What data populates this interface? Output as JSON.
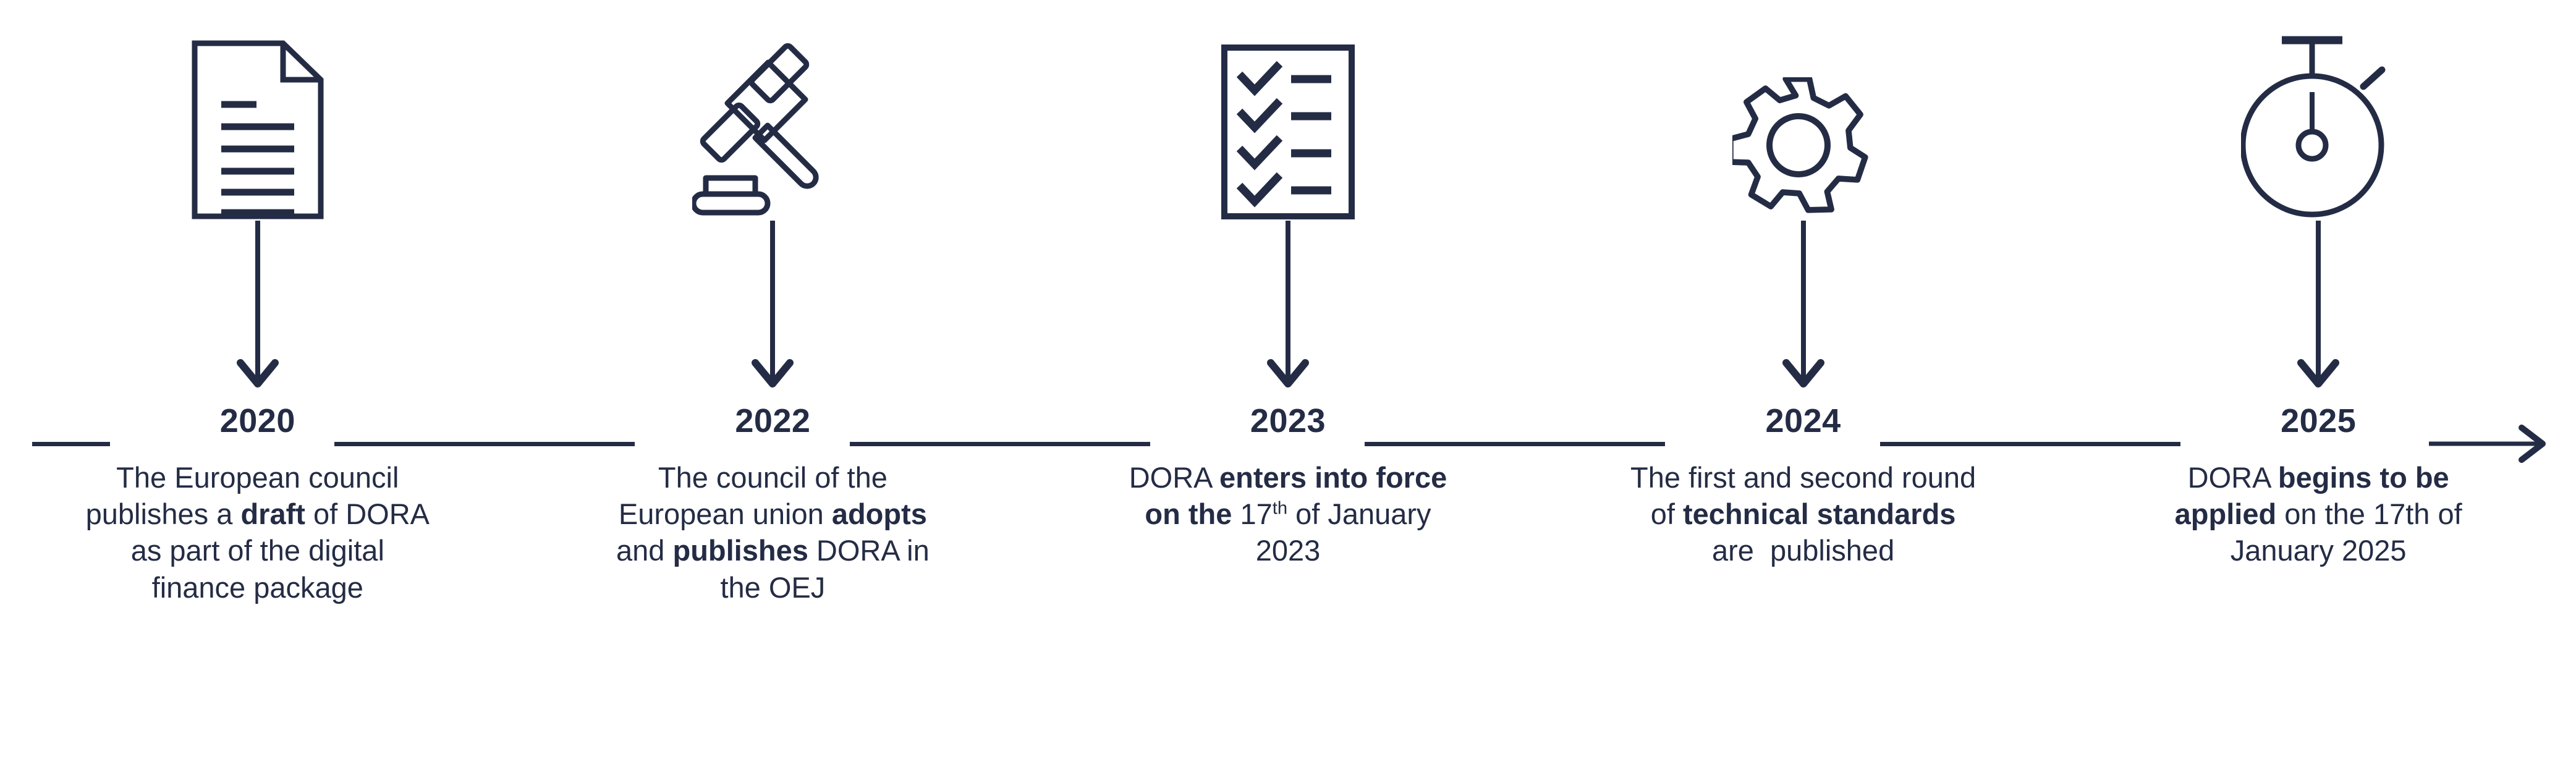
{
  "theme": {
    "ink": "#242c45",
    "background": "#ffffff"
  },
  "axis": {
    "name": "timeline-axis",
    "direction": "left-to-right",
    "end_marker": "arrowhead"
  },
  "milestones": [
    {
      "icon": "document-icon",
      "year": "2020",
      "text_parts": [
        {
          "text": "The European council publishes a ",
          "bold": false
        },
        {
          "text": "draft",
          "bold": true
        },
        {
          "text": " of DORA as part of the digital finance package",
          "bold": false
        }
      ],
      "text_plain": "The European council publishes a draft of DORA as part of the digital finance package"
    },
    {
      "icon": "gavel-icon",
      "year": "2022",
      "text_parts": [
        {
          "text": "The council of the European union ",
          "bold": false
        },
        {
          "text": "adopts",
          "bold": true
        },
        {
          "text": " and ",
          "bold": false
        },
        {
          "text": "publishes",
          "bold": true
        },
        {
          "text": " DORA in the OEJ",
          "bold": false
        }
      ],
      "text_plain": "The council of the European union adopts and publishes DORA in the OEJ"
    },
    {
      "icon": "checklist-icon",
      "year": "2023",
      "text_parts": [
        {
          "text": "DORA ",
          "bold": false
        },
        {
          "text": "enters into force on the",
          "bold": true
        },
        {
          "text": " 17",
          "bold": false
        },
        {
          "text": "th",
          "bold": false,
          "sup": true
        },
        {
          "text": " of January 2023",
          "bold": false
        }
      ],
      "text_plain": "DORA enters into force on the 17th of January 2023"
    },
    {
      "icon": "gear-icon",
      "year": "2024",
      "text_parts": [
        {
          "text": "The first and second round of ",
          "bold": false
        },
        {
          "text": "technical standards",
          "bold": true
        },
        {
          "text": " are  published",
          "bold": false
        }
      ],
      "text_plain": "The first and second round of technical standards are  published"
    },
    {
      "icon": "stopwatch-icon",
      "year": "2025",
      "text_parts": [
        {
          "text": "DORA ",
          "bold": false
        },
        {
          "text": "begins to be applied",
          "bold": true
        },
        {
          "text": " on the 17th of January 2025",
          "bold": false
        }
      ],
      "text_plain": "DORA begins to be applied on the 17th of January 2025"
    }
  ]
}
